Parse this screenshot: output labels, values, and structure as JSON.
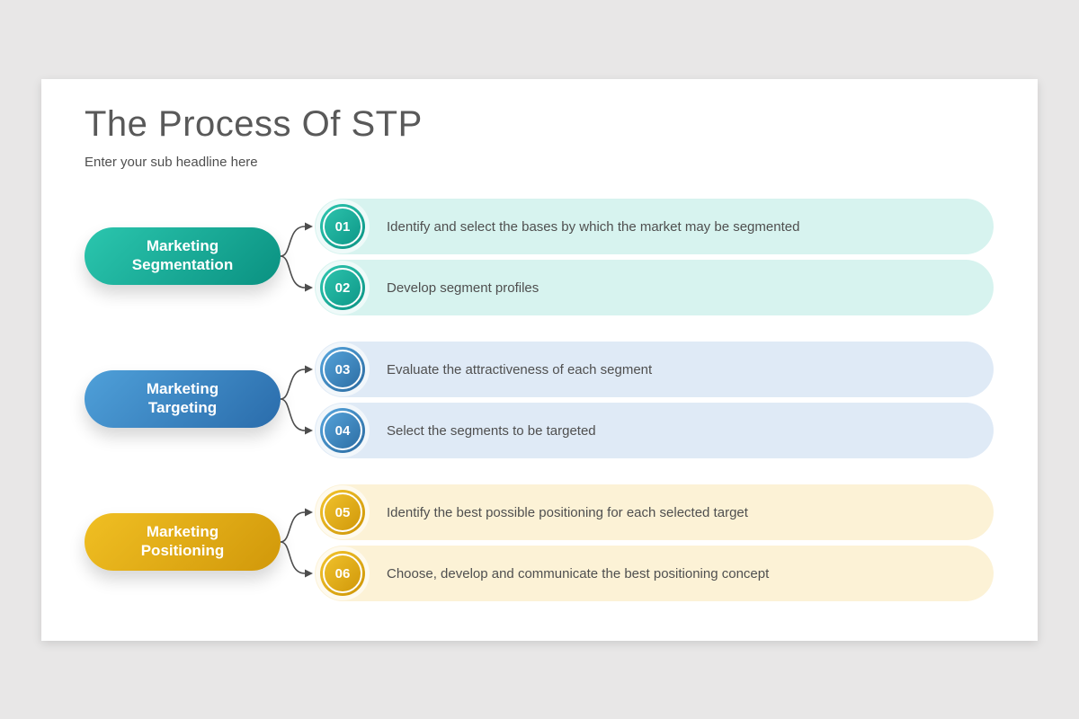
{
  "page": {
    "title": "The Process Of STP",
    "subtitle": "Enter your sub headline here"
  },
  "colors": {
    "background": "#e8e7e7",
    "card": "#ffffff",
    "title_text": "#595959",
    "subtitle_text": "#4f4f4f",
    "row_text": "#4f4f4f",
    "connector": "#4d4d4d",
    "pill_label_text": "#ffffff"
  },
  "groups": [
    {
      "label": "Marketing Segmentation",
      "colors": {
        "pill_gradient": [
          "#2bc6ae",
          "#0a9181"
        ],
        "row_bg": "#d7f3ef",
        "badge_gradient": [
          "#2fc7b0",
          "#0b9384"
        ]
      },
      "rows": [
        {
          "number": "01",
          "text": "Identify and select the bases by which the market may be segmented"
        },
        {
          "number": "02",
          "text": "Develop segment profiles"
        }
      ]
    },
    {
      "label": "Marketing Targeting",
      "colors": {
        "pill_gradient": [
          "#4fa0d9",
          "#2a6cab"
        ],
        "row_bg": "#dfeaf6",
        "badge_gradient": [
          "#58a7de",
          "#29699f"
        ]
      },
      "rows": [
        {
          "number": "03",
          "text": "Evaluate the attractiveness of each segment"
        },
        {
          "number": "04",
          "text": "Select the segments to be targeted"
        }
      ]
    },
    {
      "label": "Marketing Positioning",
      "colors": {
        "pill_gradient": [
          "#f0bf23",
          "#d1980a"
        ],
        "row_bg": "#fcf2d6",
        "badge_gradient": [
          "#f3c52f",
          "#cd9406"
        ]
      },
      "rows": [
        {
          "number": "05",
          "text": "Identify the best possible positioning for each selected target"
        },
        {
          "number": "06",
          "text": "Choose, develop and communicate the best positioning concept"
        }
      ]
    }
  ]
}
